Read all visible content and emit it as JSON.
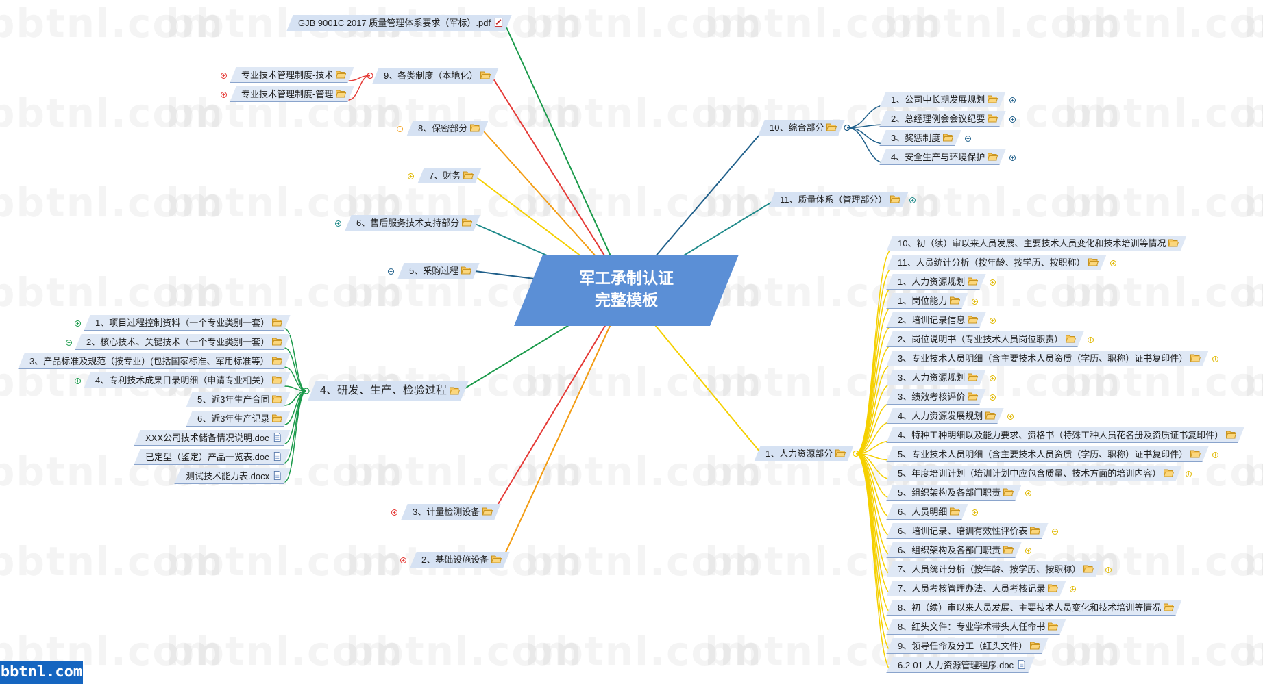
{
  "watermark": "bbtnl.com",
  "site_logo": "bbtnl.com",
  "colors": {
    "node_bg": "#dfe8f5",
    "root_bg": "#5b8fd6",
    "folder": "#f0c060",
    "green": "#1a9a4a",
    "red": "#e53935",
    "orange": "#f39c12",
    "yellow": "#f5d000",
    "teal": "#1f8a8a",
    "blue": "#1f5f8a"
  },
  "root": {
    "line1": "军工承制认证",
    "line2": "完整模板"
  },
  "branches": [
    {
      "id": "gjb",
      "label": "GJB 9001C 2017 质量管理体系要求（军标）.pdf",
      "icon": "pdf-icon",
      "side": "left",
      "color": "#1a9a4a",
      "marker": ""
    },
    {
      "id": "b9",
      "label": "9、各类制度（本地化）",
      "icon": "folder-icon",
      "side": "left",
      "color": "#e53935",
      "marker": "",
      "children": [
        {
          "label": "专业技术管理制度-技术",
          "icon": "folder-icon",
          "marker": "red"
        },
        {
          "label": "专业技术管理制度-管理",
          "icon": "folder-icon",
          "marker": "red"
        }
      ]
    },
    {
      "id": "b8",
      "label": "8、保密部分",
      "icon": "folder-icon",
      "side": "left",
      "color": "#f39c12",
      "marker": "orange"
    },
    {
      "id": "b7",
      "label": "7、财务",
      "icon": "folder-icon",
      "side": "left",
      "color": "#f5d000",
      "marker": "yellow"
    },
    {
      "id": "b6",
      "label": "6、售后服务技术支持部分",
      "icon": "folder-icon",
      "side": "left",
      "color": "#1f8a8a",
      "marker": "teal"
    },
    {
      "id": "b5",
      "label": "5、采购过程",
      "icon": "folder-icon",
      "side": "left",
      "color": "#1f5f8a",
      "marker": "blue"
    },
    {
      "id": "b4",
      "label": "4、研发、生产、检验过程",
      "icon": "folder-icon",
      "side": "left",
      "color": "#1a9a4a",
      "marker": "",
      "big": true,
      "children": [
        {
          "label": "1、项目过程控制资料（一个专业类别一套）",
          "icon": "folder-icon",
          "marker": "green"
        },
        {
          "label": "2、核心技术、关键技术（一个专业类别一套）",
          "icon": "folder-icon",
          "marker": "green"
        },
        {
          "label": "3、产品标准及规范（按专业）(包括国家标准、军用标准等）",
          "icon": "folder-icon",
          "marker": ""
        },
        {
          "label": "4、专利技术成果目录明细（申请专业相关）",
          "icon": "folder-icon",
          "marker": "green"
        },
        {
          "label": "5、近3年生产合同",
          "icon": "folder-icon",
          "marker": ""
        },
        {
          "label": "6、近3年生产记录",
          "icon": "folder-icon",
          "marker": ""
        },
        {
          "label": "XXX公司技术储备情况说明.doc",
          "icon": "doc-icon",
          "marker": ""
        },
        {
          "label": "已定型（鉴定）产品一览表.doc",
          "icon": "doc-icon",
          "marker": ""
        },
        {
          "label": "测试技术能力表.docx",
          "icon": "doc-icon",
          "marker": ""
        }
      ]
    },
    {
      "id": "b3",
      "label": "3、计量检测设备",
      "icon": "folder-icon",
      "side": "left",
      "color": "#e53935",
      "marker": "red"
    },
    {
      "id": "b2",
      "label": "2、基础设施设备",
      "icon": "folder-icon",
      "side": "left",
      "color": "#f39c12",
      "marker": "red"
    },
    {
      "id": "b10",
      "label": "10、综合部分",
      "icon": "folder-icon",
      "side": "right",
      "color": "#1f5f8a",
      "marker": "",
      "children": [
        {
          "label": "1、公司中长期发展规划",
          "icon": "folder-icon",
          "marker": "blue"
        },
        {
          "label": "2、总经理例会会议纪要",
          "icon": "folder-icon",
          "marker": "blue"
        },
        {
          "label": "3、奖惩制度",
          "icon": "folder-icon",
          "marker": "blue"
        },
        {
          "label": "4、安全生产与环境保护",
          "icon": "folder-icon",
          "marker": "blue"
        }
      ]
    },
    {
      "id": "b11",
      "label": "11、质量体系（管理部分）",
      "icon": "folder-icon",
      "side": "right",
      "color": "#1f8a8a",
      "marker": "teal"
    },
    {
      "id": "b1",
      "label": "1、人力资源部分",
      "icon": "folder-icon",
      "side": "right",
      "color": "#f5d000",
      "marker": "",
      "children": [
        {
          "label": "10、初（续）审以来人员发展、主要技术人员变化和技术培训等情况",
          "icon": "folder-icon",
          "marker": ""
        },
        {
          "label": "11、人员统计分析（按年龄、按学历、按职称）",
          "icon": "folder-icon",
          "marker": "yellow"
        },
        {
          "label": "1、人力资源规划",
          "icon": "folder-icon",
          "marker": "yellow"
        },
        {
          "label": "1、岗位能力",
          "icon": "folder-icon",
          "marker": "yellow"
        },
        {
          "label": "2、培训记录信息",
          "icon": "folder-icon",
          "marker": "yellow"
        },
        {
          "label": "2、岗位说明书（专业技术人员岗位职责）",
          "icon": "folder-icon",
          "marker": "yellow"
        },
        {
          "label": "3、专业技术人员明细（含主要技术人员资质（学历、职称）证书复印件）",
          "icon": "folder-icon",
          "marker": "yellow"
        },
        {
          "label": "3、人力资源规划",
          "icon": "folder-icon",
          "marker": "yellow"
        },
        {
          "label": "3、绩效考核评价",
          "icon": "folder-icon",
          "marker": "yellow"
        },
        {
          "label": "4、人力资源发展规划",
          "icon": "folder-icon",
          "marker": "yellow"
        },
        {
          "label": "4、特种工种明细以及能力要求、资格书（特殊工种人员花名册及资质证书复印件）",
          "icon": "folder-icon",
          "marker": ""
        },
        {
          "label": "5、专业技术人员明细（含主要技术人员资质（学历、职称）证书复印件）",
          "icon": "folder-icon",
          "marker": "yellow"
        },
        {
          "label": "5、年度培训计划（培训计划中应包含质量、技术方面的培训内容）",
          "icon": "folder-icon",
          "marker": "yellow"
        },
        {
          "label": "5、组织架构及各部门职责",
          "icon": "folder-icon",
          "marker": "yellow"
        },
        {
          "label": "6、人员明细",
          "icon": "folder-icon",
          "marker": "yellow"
        },
        {
          "label": "6、培训记录、培训有效性评价表",
          "icon": "folder-icon",
          "marker": "yellow"
        },
        {
          "label": "6、组织架构及各部门职责",
          "icon": "folder-icon",
          "marker": "yellow"
        },
        {
          "label": "7、人员统计分析（按年龄、按学历、按职称）",
          "icon": "folder-icon",
          "marker": "yellow"
        },
        {
          "label": "7、人员考核管理办法、人员考核记录",
          "icon": "folder-icon",
          "marker": "yellow"
        },
        {
          "label": "8、初（续）审以来人员发展、主要技术人员变化和技术培训等情况",
          "icon": "folder-icon",
          "marker": ""
        },
        {
          "label": "8、红头文件：专业学术带头人任命书",
          "icon": "folder-icon",
          "marker": ""
        },
        {
          "label": "9、领导任命及分工（红头文件）",
          "icon": "folder-icon",
          "marker": ""
        },
        {
          "label": "6.2-01 人力资源管理程序.doc",
          "icon": "doc-icon",
          "marker": ""
        }
      ]
    }
  ]
}
